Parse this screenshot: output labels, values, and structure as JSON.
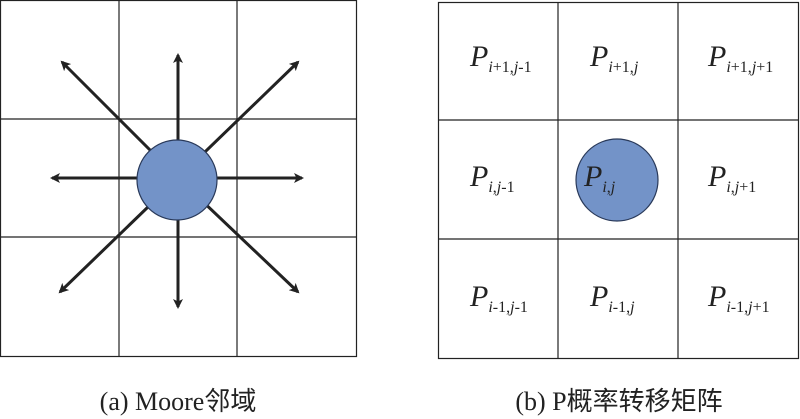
{
  "panel_a": {
    "caption": "(a) Moore邻域",
    "center_color": "#7393C8",
    "arrow_color": "#222222"
  },
  "panel_b": {
    "caption": "(b) P概率转移矩阵",
    "center_color": "#7393C8",
    "cells": [
      {
        "letter": "P",
        "sub": "i+1,j-1"
      },
      {
        "letter": "P",
        "sub": "i+1,j"
      },
      {
        "letter": "P",
        "sub": "i+1,j+1"
      },
      {
        "letter": "P",
        "sub": "i,j-1"
      },
      {
        "letter": "P",
        "sub": "i,j"
      },
      {
        "letter": "P",
        "sub": "i,j+1"
      },
      {
        "letter": "P",
        "sub": "i-1,j-1"
      },
      {
        "letter": "P",
        "sub": "i-1,j"
      },
      {
        "letter": "P",
        "sub": "i-1,j+1"
      }
    ]
  }
}
